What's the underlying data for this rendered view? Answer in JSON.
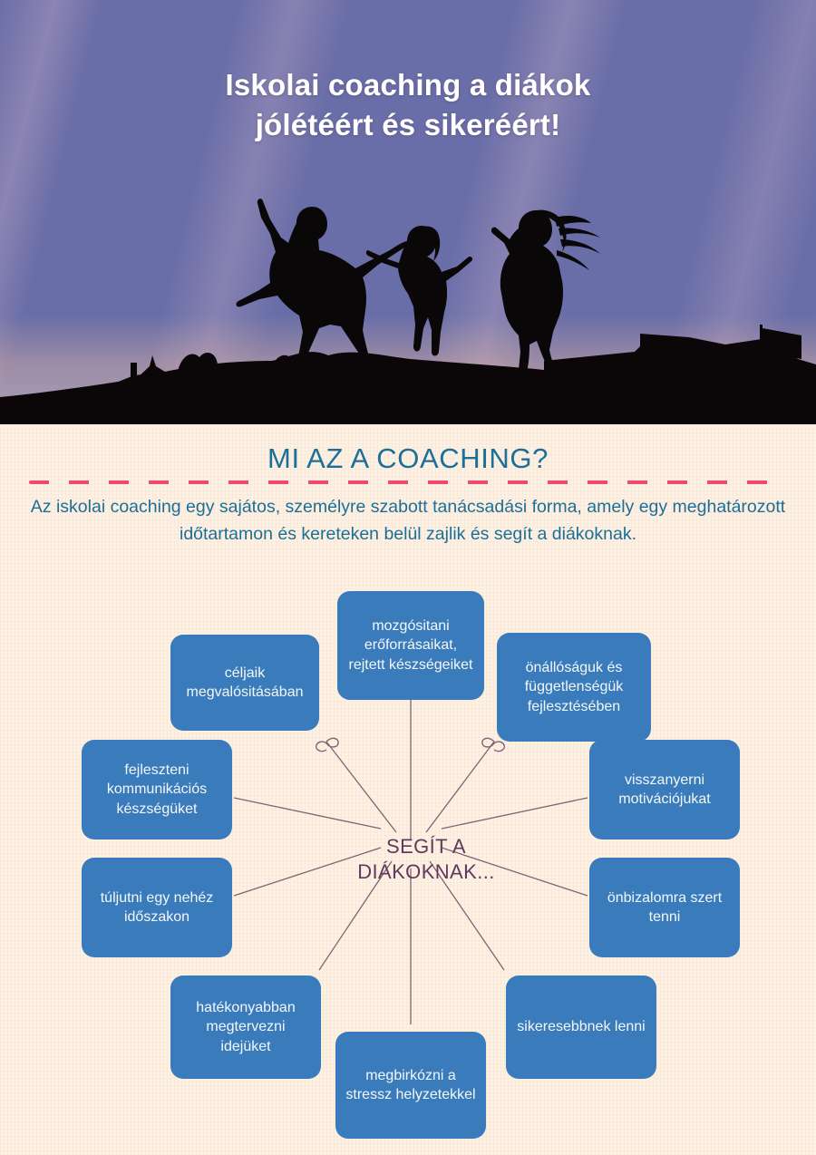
{
  "hero": {
    "title_line1": "Iskolai coaching a diákok",
    "title_line2": "jólétéért és sikeréért!",
    "image_alt": "three-jumping-silhouettes-sunset"
  },
  "section": {
    "heading": "MI AZ A COACHING?",
    "intro": "Az iskolai coaching egy sajátos, személyre szabott tanácsadási forma, amely egy meghatározott időtartamon és kereteken belül zajlik és segít a diákoknak."
  },
  "diagram": {
    "hub_line1": "SEGÍT A",
    "hub_line2": "DIÁKOKNAK...",
    "nodes": [
      {
        "id": "node-top",
        "text": "mozgósitani erőforrásaikat, rejtett készségeiket"
      },
      {
        "id": "node-top-right",
        "text": "önállóságuk és függetlenségük fejlesztésében"
      },
      {
        "id": "node-right-upper",
        "text": "visszanyerni motivációjukat"
      },
      {
        "id": "node-right-lower",
        "text": "önbizalomra szert tenni"
      },
      {
        "id": "node-bottom-right",
        "text": "sikeresebbnek lenni"
      },
      {
        "id": "node-bottom",
        "text": "megbirkózni a stressz helyzetekkel"
      },
      {
        "id": "node-bottom-left",
        "text": "hatékonyabban megtervezni idejüket"
      },
      {
        "id": "node-left-lower",
        "text": "túljutni egy nehéz időszakon"
      },
      {
        "id": "node-left-upper",
        "text": "fejleszteni kommunikációs készségüket"
      },
      {
        "id": "node-top-left",
        "text": "céljaik megvalósitásában"
      }
    ]
  },
  "colors": {
    "node_blue": "#3a7cbb",
    "heading_teal": "#1c6f98",
    "dash_pink": "#f0486e",
    "hub_purple": "#5f3a5e",
    "page_cream": "#fcf1e4",
    "hero_text": "#ffffff"
  }
}
